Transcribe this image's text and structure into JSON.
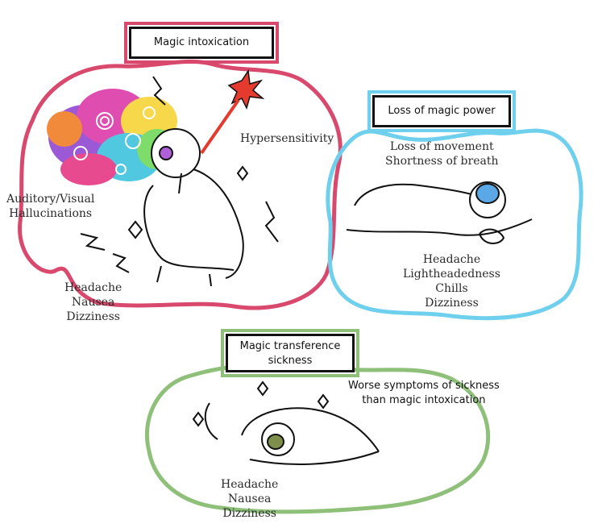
{
  "colors": {
    "intoxication": "#d8496d",
    "power_loss": "#6fd0ee",
    "transference": "#8fc07a",
    "ink": "#111111"
  },
  "sections": {
    "intoxication": {
      "title": "Magic intoxication",
      "symptom_right": "Hypersensitivity",
      "symptom_left": [
        "Auditory/Visual",
        "Hallucinations"
      ],
      "symptoms_bottom": [
        "Headache",
        "Nausea",
        "Dizziness"
      ]
    },
    "power_loss": {
      "title": "Loss of magic power",
      "symptoms_top": [
        "Loss of movement",
        "Shortness of breath"
      ],
      "symptoms_bottom": [
        "Headache",
        "Lightheadedness",
        "Chills",
        "Dizziness"
      ]
    },
    "transference": {
      "title": [
        "Magic transference",
        "sickness"
      ],
      "note": [
        "Worse symptoms of sickness",
        "than magic intoxication"
      ],
      "symptoms_bottom": [
        "Headache",
        "Nausea",
        "Dizziness"
      ]
    }
  }
}
